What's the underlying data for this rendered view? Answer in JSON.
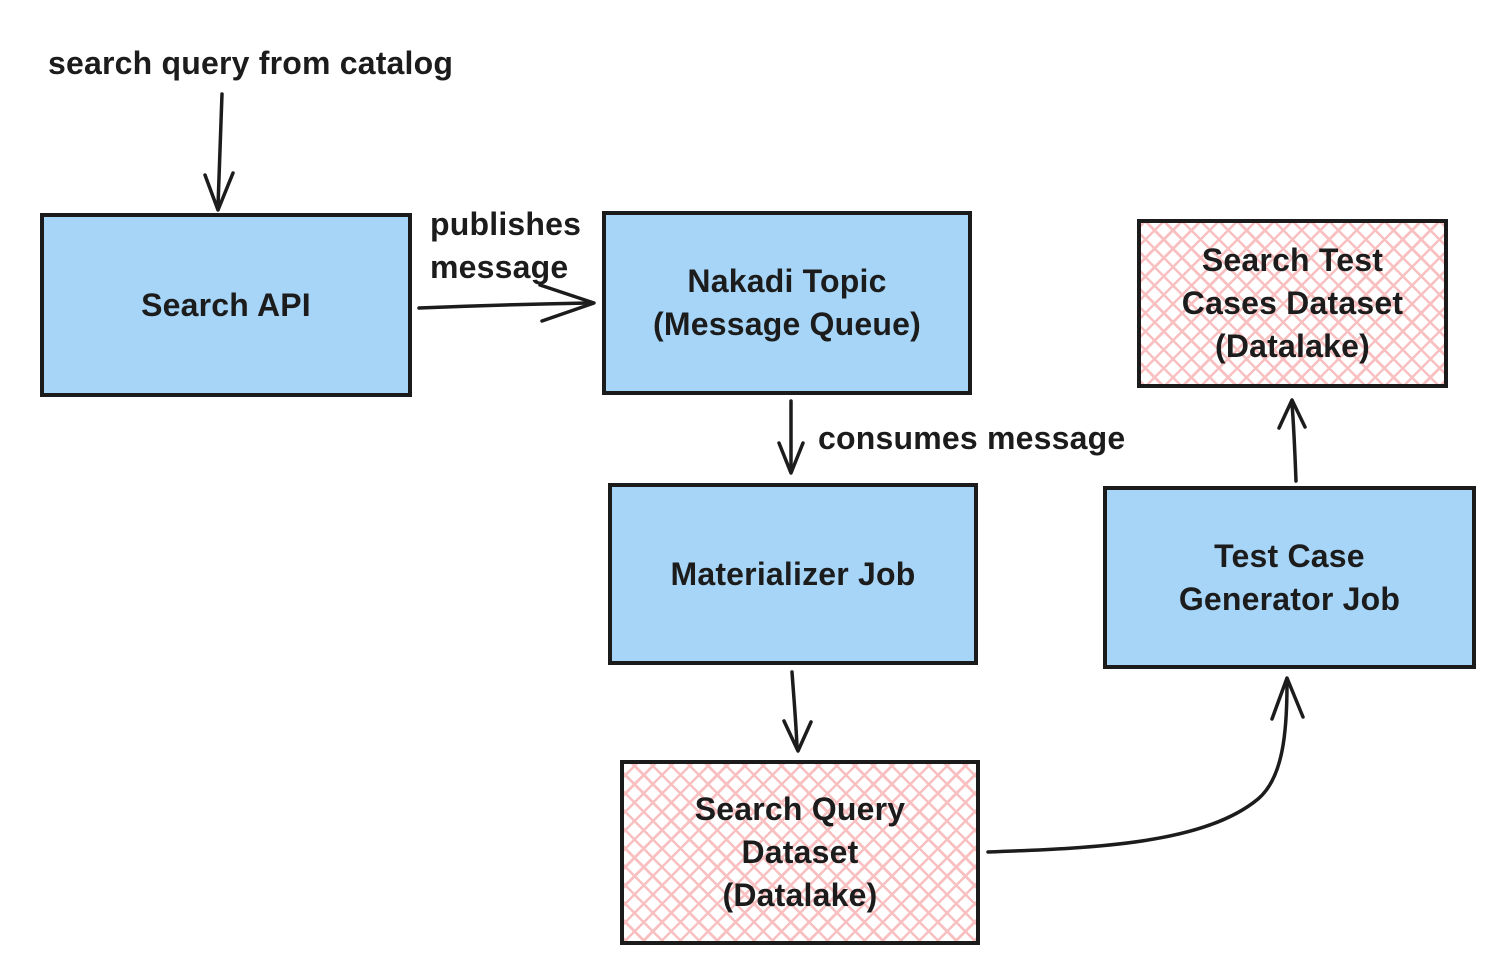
{
  "diagram": {
    "background": "#ffffff",
    "palette": {
      "component_fill_blue": "#a6d5f7",
      "dataset_hatch_pink": "#f8c0c0",
      "stroke_black": "#1c1c1c"
    },
    "nodes": {
      "search_api": {
        "label": "Search API"
      },
      "nakadi_topic": {
        "label": "Nakadi Topic\n(Message Queue)"
      },
      "materializer_job": {
        "label": "Materializer Job"
      },
      "search_query_dataset": {
        "label": "Search Query\nDataset\n(Datalake)"
      },
      "test_case_generator_job": {
        "label": "Test Case\nGenerator Job"
      },
      "search_test_cases_dataset": {
        "label": "Search Test\nCases Dataset\n(Datalake)"
      }
    },
    "edges": [
      {
        "from": "catalog",
        "to": "search_api",
        "label": "search query from catalog"
      },
      {
        "from": "search_api",
        "to": "nakadi_topic",
        "label": "publishes\nmessage"
      },
      {
        "from": "nakadi_topic",
        "to": "materializer_job",
        "label": "consumes message"
      },
      {
        "from": "materializer_job",
        "to": "search_query_dataset",
        "label": ""
      },
      {
        "from": "search_query_dataset",
        "to": "test_case_generator_job",
        "label": ""
      },
      {
        "from": "test_case_generator_job",
        "to": "search_test_cases_dataset",
        "label": ""
      }
    ]
  }
}
